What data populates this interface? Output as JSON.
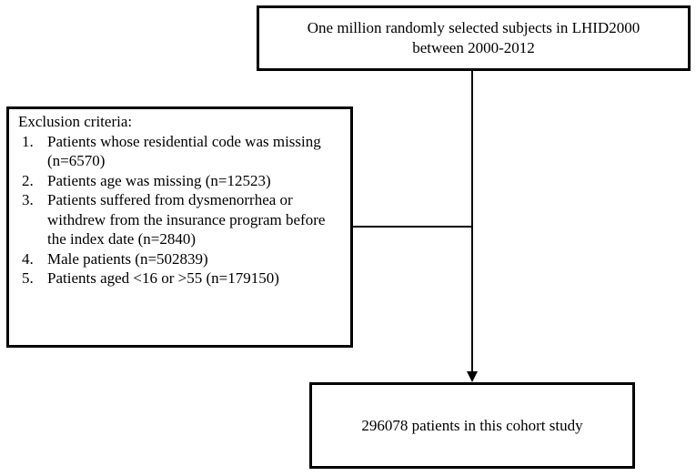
{
  "top_box": {
    "line1": "One million randomly selected subjects in LHID2000",
    "line2": "between 2000-2012"
  },
  "exclusion": {
    "title": "Exclusion criteria:",
    "items": [
      {
        "num": "1.",
        "text": "Patients whose residential code was missing (n=6570)"
      },
      {
        "num": "2.",
        "text": "Patients age was missing (n=12523)"
      },
      {
        "num": "3.",
        "text": "Patients suffered from dysmenorrhea or withdrew from the insurance program before the index date (n=2840)"
      },
      {
        "num": "4.",
        "text": "Male patients (n=502839)"
      },
      {
        "num": "5.",
        "text": "Patients aged <16 or >55 (n=179150)"
      }
    ]
  },
  "bottom_box": {
    "text": "296078 patients in this cohort study"
  }
}
